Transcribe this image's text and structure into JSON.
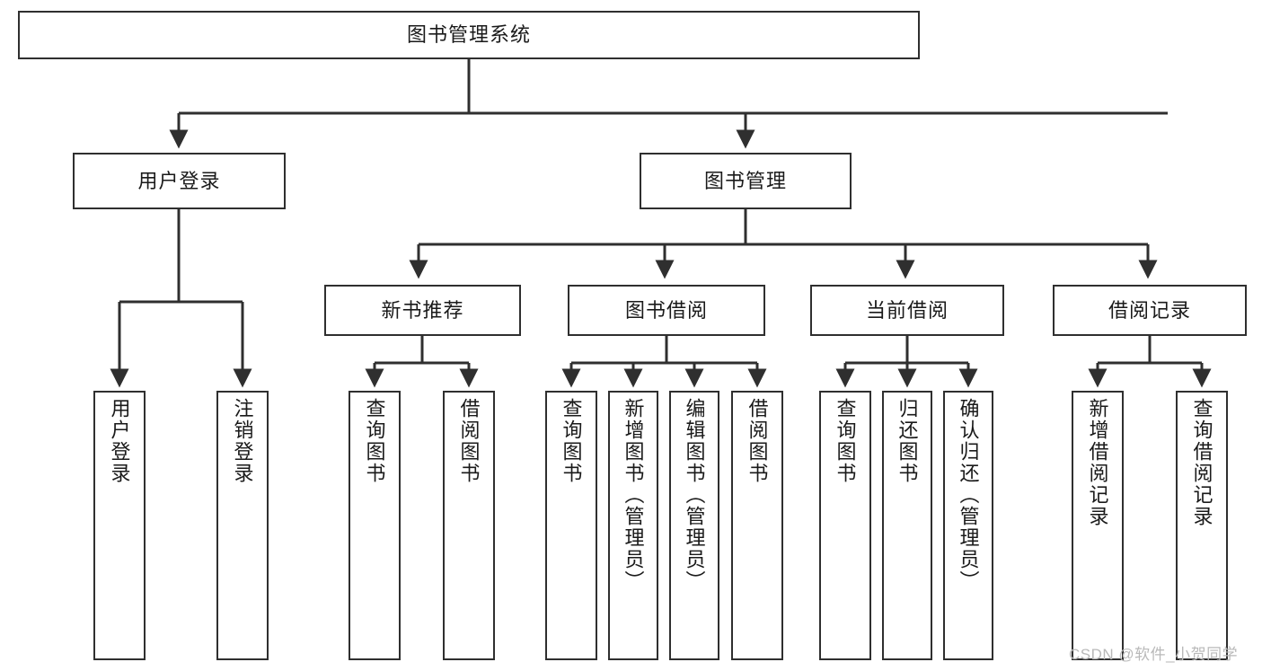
{
  "diagram": {
    "title": "图书管理系统",
    "watermark": "CSDN @软件_小贺同学"
  },
  "nodes": {
    "root": {
      "label": "图书管理系统"
    },
    "level1": [
      {
        "id": "user-login",
        "label": "用户登录"
      },
      {
        "id": "book-management",
        "label": "图书管理"
      }
    ],
    "level2": [
      {
        "id": "new-book-recommend",
        "label": "新书推荐"
      },
      {
        "id": "book-borrow",
        "label": "图书借阅"
      },
      {
        "id": "current-borrow",
        "label": "当前借阅"
      },
      {
        "id": "borrow-record",
        "label": "借阅记录"
      }
    ],
    "leaves": [
      {
        "id": "leaf-user-login",
        "label": "用户登录"
      },
      {
        "id": "leaf-logout-login",
        "label": "注销登录"
      },
      {
        "id": "leaf-query-book-1",
        "label": "查询图书"
      },
      {
        "id": "leaf-borrow-book-1",
        "label": "借阅图书"
      },
      {
        "id": "leaf-query-book-2",
        "label": "查询图书"
      },
      {
        "id": "leaf-add-book",
        "label": "新增图书（管理员）"
      },
      {
        "id": "leaf-edit-book",
        "label": "编辑图书（管理员）"
      },
      {
        "id": "leaf-borrow-book-2",
        "label": "借阅图书"
      },
      {
        "id": "leaf-query-book-3",
        "label": "查询图书"
      },
      {
        "id": "leaf-return-book",
        "label": "归还图书"
      },
      {
        "id": "leaf-confirm-return",
        "label": "确认归还（管理员）"
      },
      {
        "id": "leaf-add-borrow-record",
        "label": "新增借阅记录"
      },
      {
        "id": "leaf-query-borrow-record",
        "label": "查询借阅记录"
      }
    ]
  },
  "colors": {
    "stroke": "#2f2f2f",
    "fill": "#ffffff",
    "text": "#1a1a1a",
    "watermark": "#b9b9b9"
  }
}
